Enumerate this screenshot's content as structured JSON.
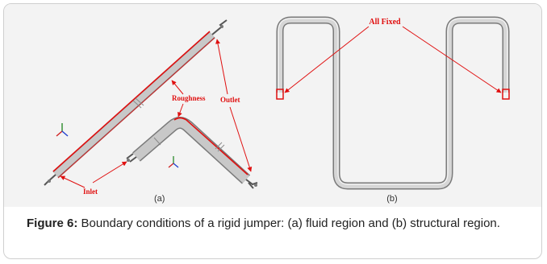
{
  "panel_a": {
    "label": "(a)",
    "annotations": {
      "roughness": "Roughness",
      "outlet": "Outlet",
      "inlet": "Inlet"
    }
  },
  "panel_b": {
    "label": "(b)",
    "annotations": {
      "all_fixed": "All Fixed"
    }
  },
  "caption": {
    "label": "Figure 6:",
    "text": " Boundary conditions of a rigid jumper: (a) fluid region and (b) structural region."
  },
  "colors": {
    "annotation": "#e01010",
    "pipe_fill": "#c8c8c8",
    "pipe_edge": "#7a7a7a",
    "image_background": "#f3f3f3"
  }
}
